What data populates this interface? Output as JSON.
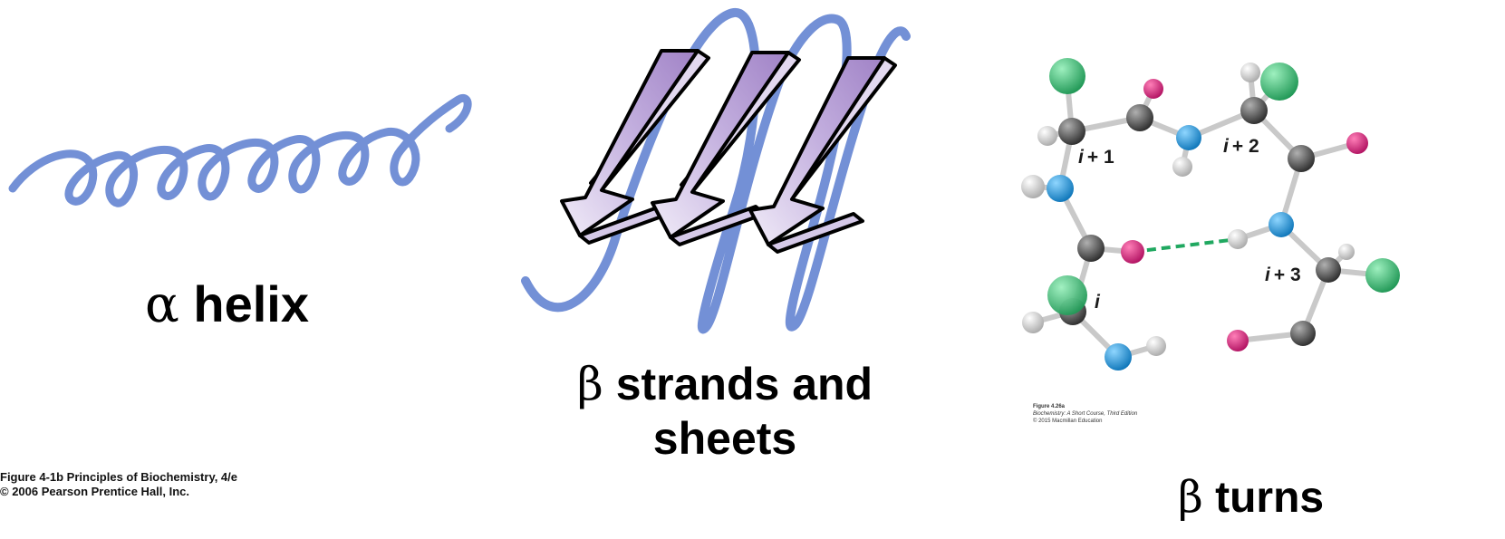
{
  "panels": {
    "alpha_helix": {
      "symbol": "α",
      "label": "helix",
      "credit_line1": "Figure 4-1b  Principles of Biochemistry, 4/e",
      "credit_line2": "© 2006 Pearson Prentice Hall, Inc."
    },
    "beta_sheet": {
      "symbol": "β",
      "label_line1": "strands and",
      "label_line2": "sheets"
    },
    "beta_turn": {
      "symbol": "β",
      "label": "turns",
      "residues": {
        "i": "i",
        "i1": "+ 1",
        "i2": "+ 2",
        "i3": "+ 3"
      },
      "source_figure": "Figure 4.26a",
      "source_book": "Biochemistry: A Short Course, Third Edition",
      "source_copyright": "© 2015 Macmillan Education"
    }
  },
  "colors": {
    "ribbon": "#7390d6",
    "arrow_purple": "#a68ac8",
    "carbon": "#555555",
    "oxygen": "#d8267a",
    "nitrogen": "#1b98e0",
    "hydrogen": "#e6e6e6",
    "side_chain": "#2fbf6f",
    "hbond": "#20a860"
  }
}
